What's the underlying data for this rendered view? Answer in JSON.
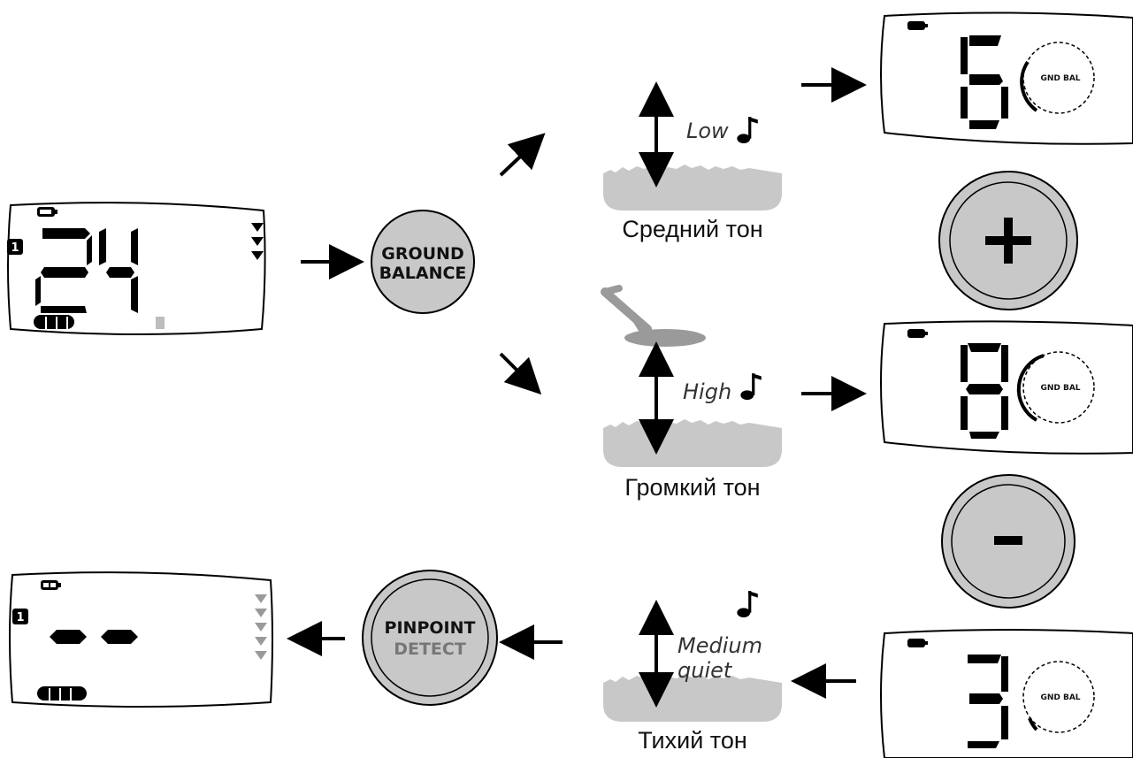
{
  "screens": {
    "initial": {
      "depth_indicator": "1",
      "value": "24"
    },
    "low_result": {
      "value": "6",
      "label": "GND BAL"
    },
    "high_result": {
      "value": "8",
      "label": "GND BAL"
    },
    "quiet_result": {
      "value": "3",
      "label": "GND BAL"
    },
    "pinpoint": {
      "depth_indicator": "1"
    }
  },
  "buttons": {
    "ground_balance": {
      "line1": "GROUND",
      "line2": "BALANCE"
    },
    "plus": "+",
    "minus": "-",
    "pinpoint": {
      "line1": "PINPOINT",
      "line2": "DETECT"
    }
  },
  "tones": {
    "low": {
      "label": "Low",
      "caption": "Средний тон"
    },
    "high": {
      "label": "High",
      "caption": "Громкий тон"
    },
    "quiet": {
      "label_line1": "Medium",
      "label_line2": "quiet",
      "caption": "Тихий тон"
    }
  },
  "colors": {
    "ink": "#000000",
    "gray": "#c8c8c8",
    "panel": "#ffffff"
  }
}
